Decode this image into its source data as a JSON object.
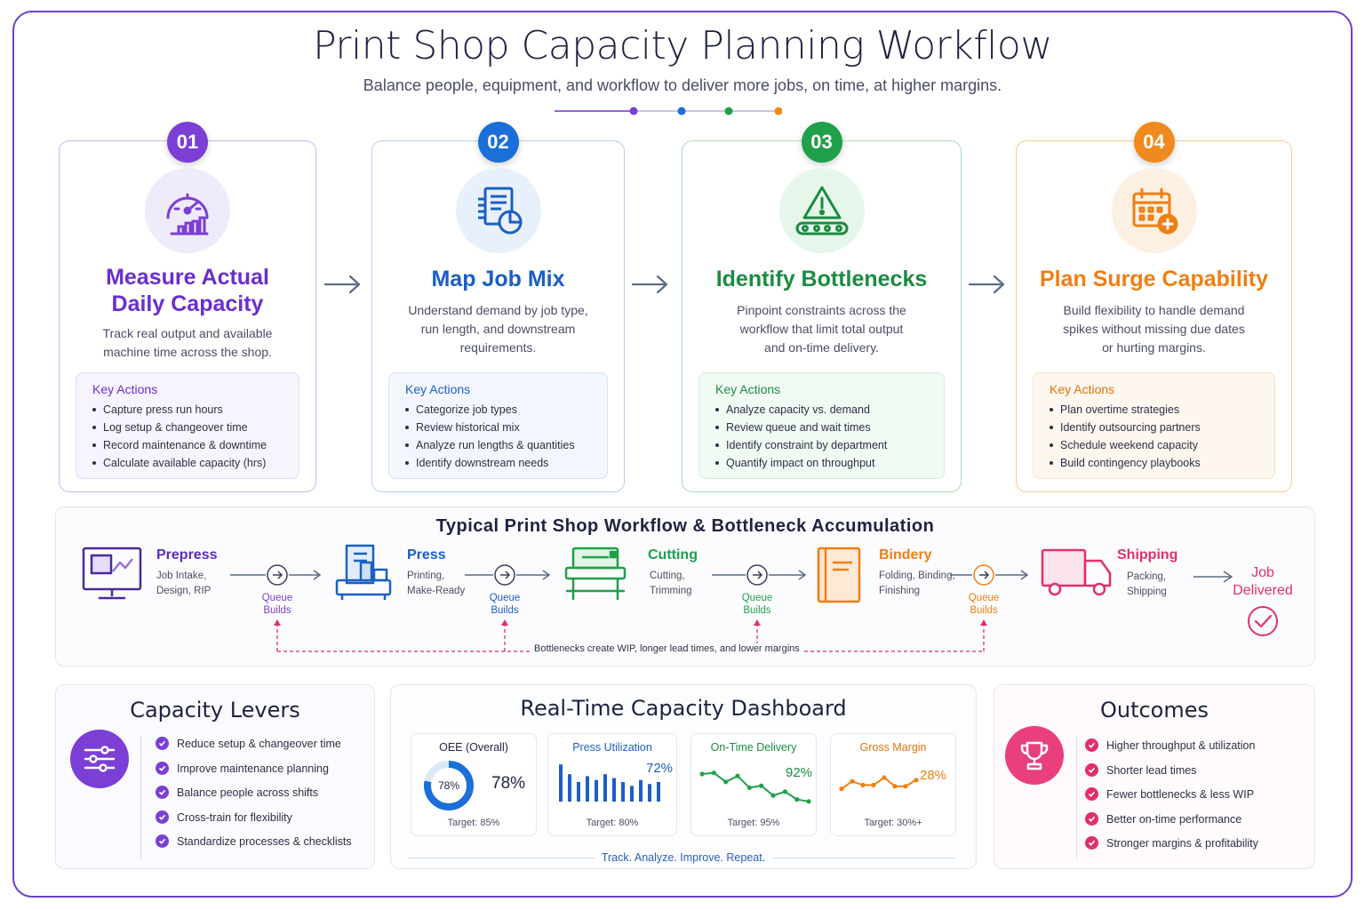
{
  "header": {
    "title": "Print Shop Capacity Planning Workflow",
    "subtitle": "Balance people, equipment, and workflow to deliver more jobs, on time, at higher margins."
  },
  "colors": {
    "purple": "#7b3fd6",
    "blue": "#1a6fd8",
    "green": "#1fa04a",
    "orange": "#f08a1c",
    "pink": "#e0306a"
  },
  "steps": [
    {
      "number": "01",
      "title_line1": "Measure Actual",
      "title_line2": "Daily Capacity",
      "desc_line1": "Track real output and available",
      "desc_line2": "machine time across the shop.",
      "key_title": "Key Actions",
      "actions": [
        "Capture press run hours",
        "Log setup & changeover time",
        "Record maintenance & downtime",
        "Calculate available capacity (hrs)"
      ],
      "icon": "gauge-icon"
    },
    {
      "number": "02",
      "title_line1": "Map Job Mix",
      "desc_line1": "Understand demand by job type,",
      "desc_line2": "run length, and downstream",
      "desc_line3": "requirements.",
      "key_title": "Key Actions",
      "actions": [
        "Categorize job types",
        "Review historical mix",
        "Analyze run lengths & quantities",
        "Identify downstream needs"
      ],
      "icon": "job-documents-icon"
    },
    {
      "number": "03",
      "title_line1": "Identify Bottlenecks",
      "desc_line1": "Pinpoint constraints across the",
      "desc_line2": "workflow that limit total output",
      "desc_line3": "and on-time delivery.",
      "key_title": "Key Actions",
      "actions": [
        "Analyze capacity vs. demand",
        "Review queue and wait times",
        "Identify constraint by department",
        "Quantify impact on throughput"
      ],
      "icon": "warning-conveyor-icon"
    },
    {
      "number": "04",
      "title_line1": "Plan Surge Capability",
      "desc_line1": "Build flexibility to handle demand",
      "desc_line2": "spikes without missing due dates",
      "desc_line3": "or hurting margins.",
      "key_title": "Key Actions",
      "actions": [
        "Plan overtime strategies",
        "Identify outsourcing partners",
        "Schedule weekend capacity",
        "Build contingency playbooks"
      ],
      "icon": "calendar-plus-icon"
    }
  ],
  "workflow": {
    "title": "Typical Print Shop Workflow & Bottleneck Accumulation",
    "stages": [
      {
        "name": "Prepress",
        "sub_line1": "Job Intake,",
        "sub_line2": "Design, RIP"
      },
      {
        "name": "Press",
        "sub_line1": "Printing,",
        "sub_line2": "Make-Ready"
      },
      {
        "name": "Cutting",
        "sub_line1": "Cutting,",
        "sub_line2": "Trimming"
      },
      {
        "name": "Bindery",
        "sub_line1": "Folding, Binding,",
        "sub_line2": "Finishing"
      },
      {
        "name": "Shipping",
        "sub_line1": "Packing,",
        "sub_line2": "Shipping"
      }
    ],
    "queue_line1": "Queue",
    "queue_line2": "Builds",
    "bottleneck_note": "Bottlenecks create WIP, longer lead times, and lower margins",
    "delivered_line1": "Job",
    "delivered_line2": "Delivered"
  },
  "levers": {
    "title": "Capacity Levers",
    "items": [
      "Reduce setup & changeover time",
      "Improve maintenance planning",
      "Balance people across shifts",
      "Cross-train for flexibility",
      "Standardize processes & checklists"
    ]
  },
  "dashboard": {
    "title": "Real-Time Capacity Dashboard",
    "oee": {
      "title": "OEE (Overall)",
      "value": "78%",
      "fraction": 0.78,
      "target": "Target: 85%"
    },
    "press": {
      "title": "Press Utilization",
      "value": "72%",
      "target": "Target: 80%",
      "bars": [
        0.95,
        0.7,
        0.5,
        0.65,
        0.55,
        0.7,
        0.6,
        0.5,
        0.4,
        0.55,
        0.45,
        0.5
      ]
    },
    "ontime": {
      "title": "On-Time Delivery",
      "value": "92%",
      "target": "Target: 95%",
      "points": [
        0.75,
        0.78,
        0.55,
        0.7,
        0.4,
        0.45,
        0.2,
        0.3,
        0.1,
        0.05
      ]
    },
    "margin": {
      "title": "Gross Margin",
      "value": "28%",
      "target": "Target: 30%+",
      "points": [
        0.3,
        0.6,
        0.45,
        0.45,
        0.75,
        0.4,
        0.4,
        0.65
      ]
    },
    "tagline": "Track. Analyze. Improve. Repeat."
  },
  "outcomes": {
    "title": "Outcomes",
    "items": [
      "Higher throughput & utilization",
      "Shorter lead times",
      "Fewer bottlenecks & less WIP",
      "Better on-time performance",
      "Stronger margins & profitability"
    ]
  }
}
